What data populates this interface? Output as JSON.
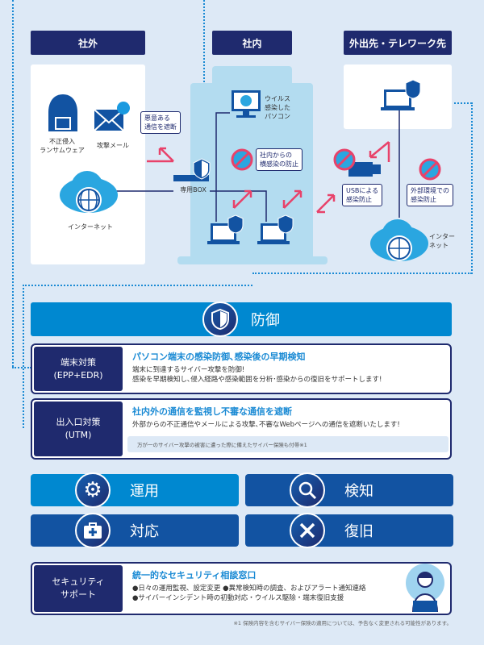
{
  "diagram": {
    "zones": [
      "社外",
      "社内",
      "外出先・テレワーク先"
    ],
    "outside": {
      "threat": "不正侵入\nランサムウェア",
      "mail": "攻撃メール",
      "internet": "インターネット",
      "block_tag": "悪意ある\n通信を遮断"
    },
    "inside": {
      "box": "専用BOX",
      "infected_pc": "ウイルス\n感染した\nパソコン",
      "lateral_tag": "社内からの\n横感染の防止"
    },
    "remote": {
      "usb_tag": "USBによる\n感染防止",
      "external_tag": "外部環境での\n感染防止",
      "internet": "インター\nネット"
    }
  },
  "defense": {
    "label": "防御",
    "icon": "shield-icon"
  },
  "measures": [
    {
      "label1": "端末対策",
      "label2": "(EPP+EDR)",
      "title": "パソコン端末の感染防御､感染後の早期検知",
      "lines": [
        "端末に到達するサイバー攻撃を防御!",
        "感染を早期検知し､侵入経路や感染範囲を分析･感染からの復旧をサポートします!"
      ]
    },
    {
      "label1": "出入口対策",
      "label2": "(UTM)",
      "title": "社内外の通信を監視し不審な通信を遮断",
      "lines": [
        "外部からの不正通信やメールによる攻撃､不審なWebページへの通信を遮断いたします!"
      ],
      "note": "万が一のサイバー攻撃の被害に遭った際に備えたサイバー保険も付帯※1"
    }
  ],
  "features": [
    {
      "label": "運用",
      "icon": "gear-icon"
    },
    {
      "label": "検知",
      "icon": "search-icon"
    },
    {
      "label": "対応",
      "icon": "first-aid-icon"
    },
    {
      "label": "復旧",
      "icon": "tools-icon"
    }
  ],
  "support": {
    "label1": "セキュリティ",
    "label2": "サポート",
    "title": "統一的なセキュリティ相談窓口",
    "lines": [
      "●日々の運用監視、設定変更 ●異常検知時の調査、およびアラート通知連絡",
      "●サイバーインシデント時の初動対応・ウイルス駆除・端末復旧支援"
    ]
  },
  "footnote": "※1 保険内容を含むサイバー保険の適用については、予告なく変更される可能性があります。",
  "colors": {
    "navy": "#1f2a6e",
    "blue": "#0088d0",
    "dark_blue": "#1253a2",
    "pink": "#e8426a"
  }
}
